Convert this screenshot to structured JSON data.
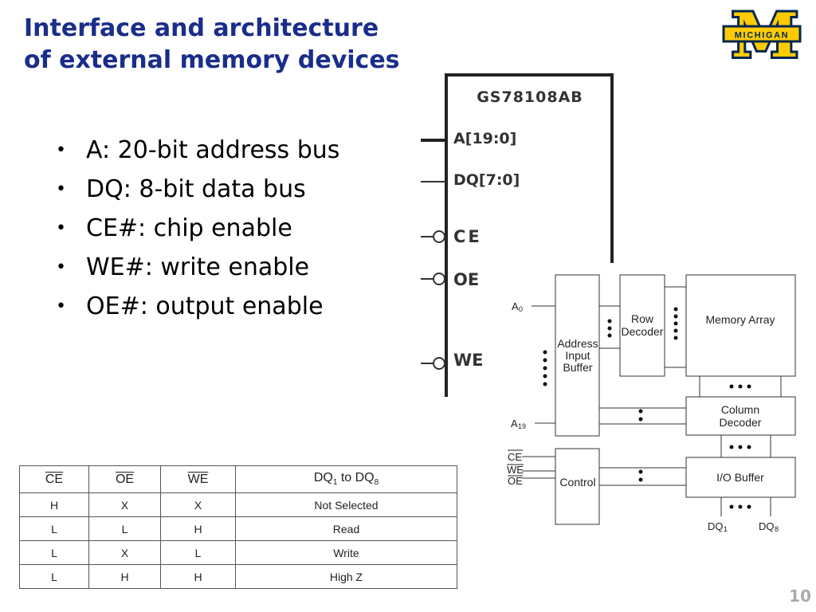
{
  "slide": {
    "title_line1": "Interface and architecture",
    "title_line2": "of external memory devices",
    "page_number": "10"
  },
  "logo": {
    "text": "MICHIGAN",
    "mark": "M",
    "colors": {
      "navy": "#00274C",
      "maize": "#FFCB05"
    }
  },
  "bullets": [
    "A: 20-bit address bus",
    "DQ: 8-bit data bus",
    "CE#: chip enable",
    "WE#: write enable",
    "OE#: output enable"
  ],
  "chip": {
    "name": "GS78108AB",
    "pins": {
      "address": "A[19:0]",
      "data": "DQ[7:0]",
      "ce": "CE",
      "oe": "OE",
      "we": "WE"
    }
  },
  "block_diagram": {
    "a0": "A",
    "a0_sub": "0",
    "a19": "A",
    "a19_sub": "19",
    "address_buffer": [
      "Address",
      "Input",
      "Buffer"
    ],
    "row_decoder": [
      "Row",
      "Decoder"
    ],
    "memory_array": "Memory Array",
    "column_decoder": [
      "Column",
      "Decoder"
    ],
    "control": "Control",
    "io_buffer": "I/O Buffer",
    "ctrl_ce": "CE",
    "ctrl_we": "WE",
    "ctrl_oe": "OE",
    "dq1": "DQ",
    "dq1_sub": "1",
    "dq8": "DQ",
    "dq8_sub": "8"
  },
  "truth_table": {
    "headers": {
      "ce": "CE",
      "oe": "OE",
      "we": "WE",
      "dq": "DQ",
      "dq_sub1": "1",
      "dq_to": " to DQ",
      "dq_sub8": "8"
    },
    "rows": [
      {
        "ce": "H",
        "oe": "X",
        "we": "X",
        "dq": "Not Selected"
      },
      {
        "ce": "L",
        "oe": "L",
        "we": "H",
        "dq": "Read"
      },
      {
        "ce": "L",
        "oe": "X",
        "we": "L",
        "dq": "Write"
      },
      {
        "ce": "L",
        "oe": "H",
        "we": "H",
        "dq": "High Z"
      }
    ]
  }
}
